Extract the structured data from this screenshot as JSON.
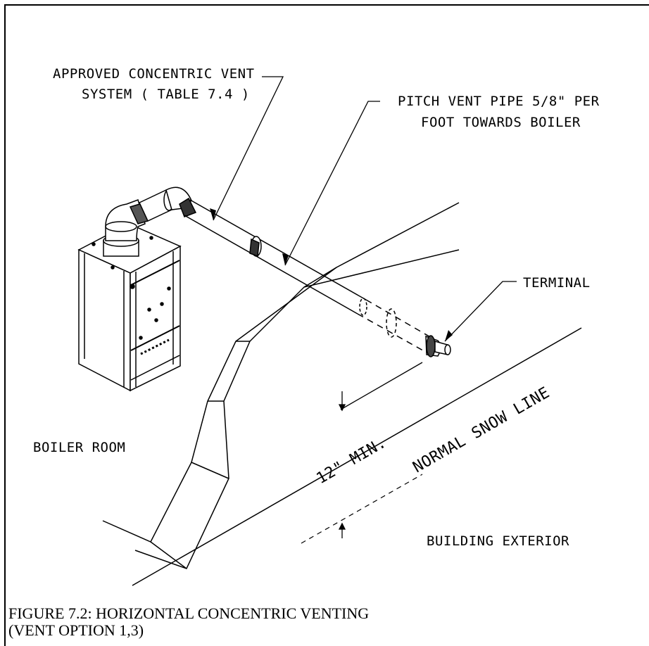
{
  "labels": {
    "vent_system_1": "APPROVED CONCENTRIC VENT",
    "vent_system_2": "SYSTEM ( TABLE 7.4 )",
    "pitch_1": "PITCH VENT PIPE 5/8\" PER",
    "pitch_2": "FOOT TOWARDS BOILER",
    "terminal": "TERMINAL",
    "snow_line": "NORMAL SNOW LINE",
    "clearance": "12\" MIN.",
    "boiler_room": "BOILER ROOM",
    "building_exterior": "BUILDING EXTERIOR"
  },
  "caption": {
    "line1": "FIGURE 7.2: HORIZONTAL CONCENTRIC VENTING",
    "line2": "(VENT  OPTION 1,3)"
  }
}
